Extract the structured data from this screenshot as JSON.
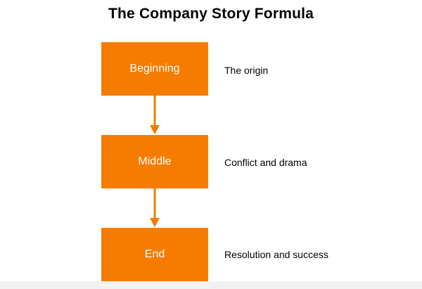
{
  "diagram": {
    "title": "The Company Story Formula",
    "accent_color": "#f57c00",
    "steps": [
      {
        "label": "Beginning",
        "description": "The origin"
      },
      {
        "label": "Middle",
        "description": "Conflict and drama"
      },
      {
        "label": "End",
        "description": "Resolution and success"
      }
    ]
  }
}
